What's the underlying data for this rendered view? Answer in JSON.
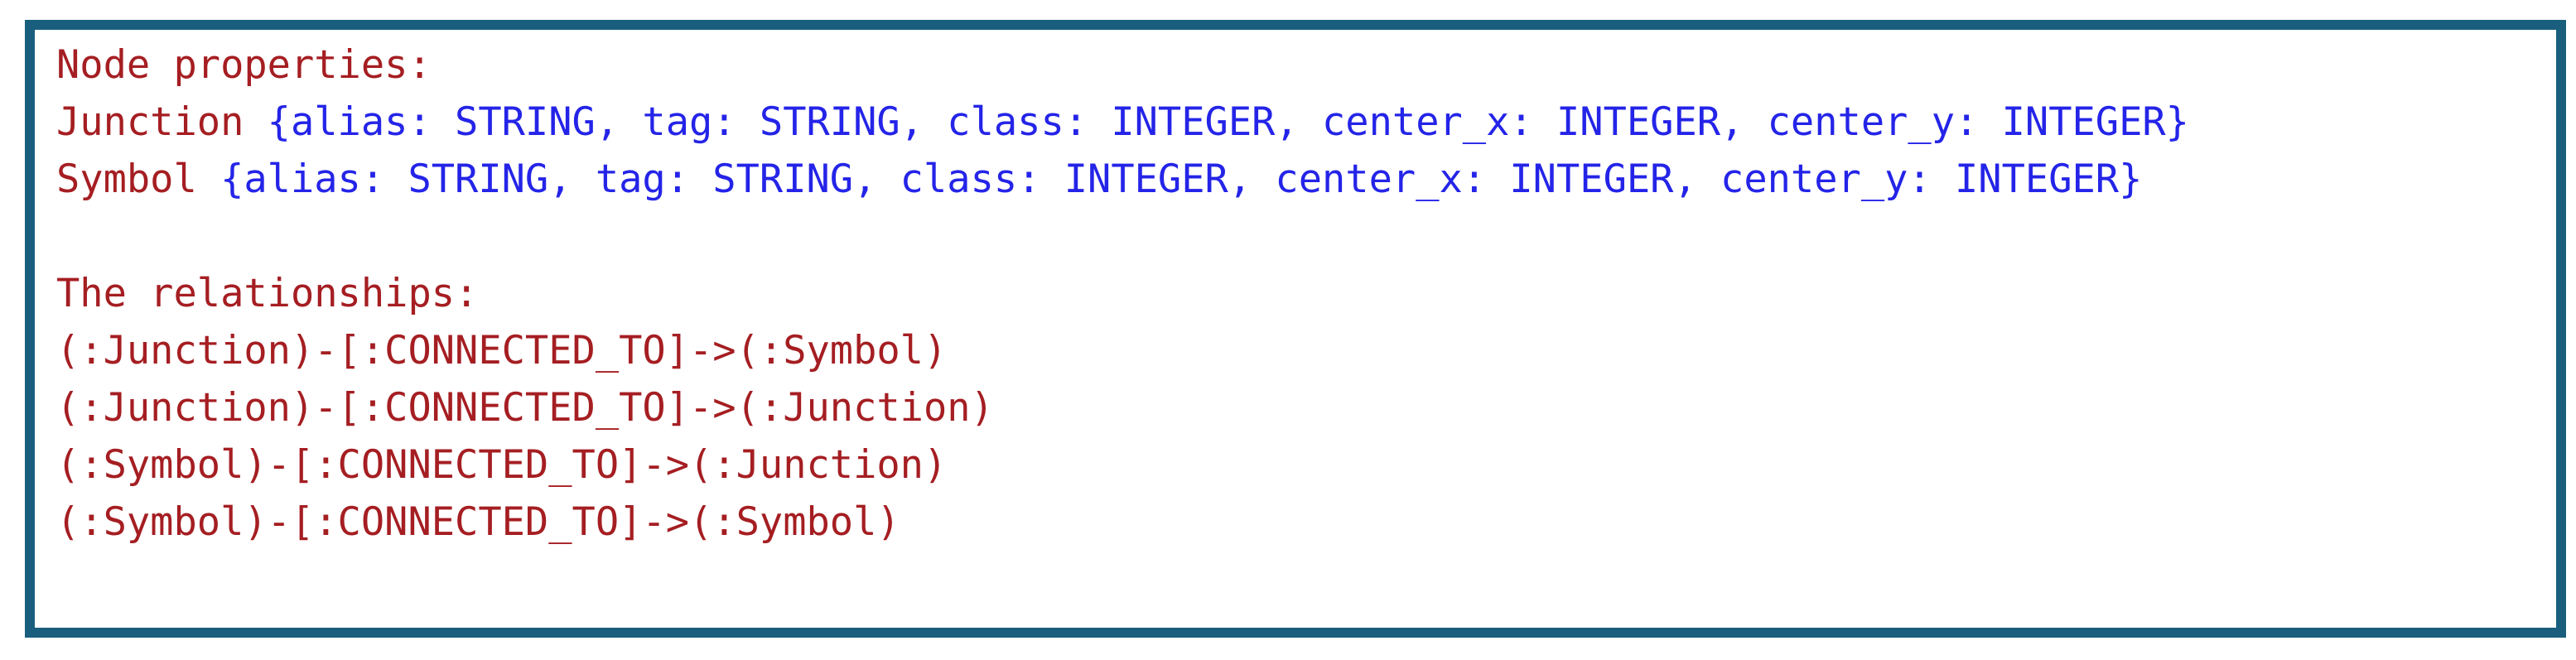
{
  "panel": {
    "colors": {
      "border": "#1a5e7e",
      "background": "#ffffff",
      "red": "#a51e22",
      "blue": "#2424e8"
    },
    "code_lines": [
      {
        "segments": [
          {
            "text": "Node properties:",
            "color": "red"
          }
        ]
      },
      {
        "segments": [
          {
            "text": "Junction ",
            "color": "red"
          },
          {
            "text": "{alias: STRING, tag: STRING, class: INTEGER, center_x: INTEGER, center_y: INTEGER}",
            "color": "blue"
          }
        ]
      },
      {
        "segments": [
          {
            "text": "Symbol ",
            "color": "red"
          },
          {
            "text": "{alias: STRING, tag: STRING, class: INTEGER, center_x: INTEGER, center_y: INTEGER}",
            "color": "blue"
          }
        ]
      },
      {
        "segments": []
      },
      {
        "segments": [
          {
            "text": "The relationships:",
            "color": "red"
          }
        ]
      },
      {
        "segments": [
          {
            "text": "(:Junction)-[:CONNECTED_TO]->(:Symbol)",
            "color": "red"
          }
        ]
      },
      {
        "segments": [
          {
            "text": "(:Junction)-[:CONNECTED_TO]->(:Junction)",
            "color": "red"
          }
        ]
      },
      {
        "segments": [
          {
            "text": "(:Symbol)-[:CONNECTED_TO]->(:Junction)",
            "color": "red"
          }
        ]
      },
      {
        "segments": [
          {
            "text": "(:Symbol)-[:CONNECTED_TO]->(:Symbol)",
            "color": "red"
          }
        ]
      }
    ]
  }
}
